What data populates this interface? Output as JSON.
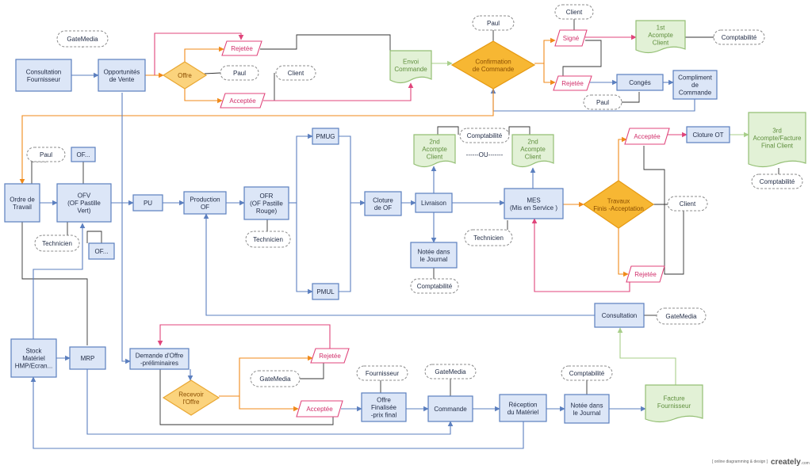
{
  "nodes": {
    "consultation_fournisseur": [
      "Consultation",
      "Fournisseur"
    ],
    "opportunites": [
      "Opportunités",
      "de Vente"
    ],
    "gatemedia_1": [
      "GateMedia"
    ],
    "offre": [
      "Offre"
    ],
    "rejetee_1": [
      "Rejetée"
    ],
    "acceptee_1": [
      "Acceptée"
    ],
    "paul_1": [
      "Paul"
    ],
    "client_1": [
      "Client"
    ],
    "envoi_commande": [
      "Envoi",
      "Commande"
    ],
    "paul_2": [
      "Paul"
    ],
    "confirmation": [
      "Confirmation",
      "de Commande"
    ],
    "client_2": [
      "Client"
    ],
    "signe": [
      "Signé"
    ],
    "rejetee_2": [
      "Rejetée"
    ],
    "conges": [
      "Congés"
    ],
    "paul_3": [
      "Paul"
    ],
    "compliment": [
      "Compliment",
      "de",
      "Commande"
    ],
    "acompte1": [
      "1st",
      "Acompte",
      "Client"
    ],
    "comptabilite_1": [
      "Comptabilité"
    ],
    "paul_4": [
      "Paul"
    ],
    "ordre_travail": [
      "Ordre de",
      "Travail"
    ],
    "of_1": [
      "OF..."
    ],
    "ofv": [
      "OFV",
      "(OF Pastille",
      "Vert)"
    ],
    "technicien_1": [
      "Technicien"
    ],
    "of_2": [
      "OF..."
    ],
    "pu": [
      "PU"
    ],
    "production_of": [
      "Production",
      "OF"
    ],
    "ofr": [
      "OFR",
      "(OF Pastille",
      "Rouge)"
    ],
    "technicien_2": [
      "Technicien"
    ],
    "pmug": [
      "PMUG"
    ],
    "pmul": [
      "PMUL"
    ],
    "cloture_of": [
      "Cloture",
      "de OF"
    ],
    "livraison": [
      "Livraison"
    ],
    "notee_1": [
      "Notée dans",
      "le Journal"
    ],
    "comptabilite_2": [
      "Comptabilité"
    ],
    "acompte2a": [
      "2nd",
      "Acompte",
      "Client"
    ],
    "comptabilite_3": [
      "Comptabilité"
    ],
    "ou": [
      "------OU-------"
    ],
    "acompte2b": [
      "2nd",
      "Acompte",
      "Client"
    ],
    "mes": [
      "MES",
      "(Mis en Service )"
    ],
    "technicien_3": [
      "Technicien"
    ],
    "travaux": [
      "Travaux",
      "Finis -Acceptation"
    ],
    "acceptee_2": [
      "Acceptée"
    ],
    "rejetee_3": [
      "Rejetée"
    ],
    "client_3": [
      "Client"
    ],
    "cloture_ot": [
      "Cloture OT"
    ],
    "acompte3": [
      "3rd",
      "Acompte/Facture",
      "Final Client"
    ],
    "comptabilite_4": [
      "Comptabilité"
    ],
    "consultation": [
      "Consultation"
    ],
    "gatemedia_2": [
      "GateMedia"
    ],
    "stock": [
      "Stock",
      "Matériel",
      "HMP/Ecran..."
    ],
    "mrp": [
      "MRP"
    ],
    "demande_offre": [
      "Demande d'Offre",
      "-préliminaires"
    ],
    "recevoir_offre": [
      "Recevoir",
      "l'Offre"
    ],
    "gatemedia_3": [
      "GateMedia"
    ],
    "rejetee_4": [
      "Rejetée"
    ],
    "acceptee_3": [
      "Acceptée"
    ],
    "fournisseur": [
      "Fournisseur"
    ],
    "offre_finalisee": [
      "Offre",
      "Finalisée",
      "-prix final"
    ],
    "gatemedia_4": [
      "GateMedia"
    ],
    "commande": [
      "Commande"
    ],
    "reception": [
      "Réception",
      "du Matériel"
    ],
    "comptabilite_5": [
      "Comptabilité"
    ],
    "notee_2": [
      "Notée dans",
      "le Journal"
    ],
    "facture_fournisseur": [
      "Facture",
      "Fournisseur"
    ]
  },
  "watermark": {
    "small": "[ online diagramming & design ]",
    "brand": "creately",
    "suffix": ".com"
  }
}
